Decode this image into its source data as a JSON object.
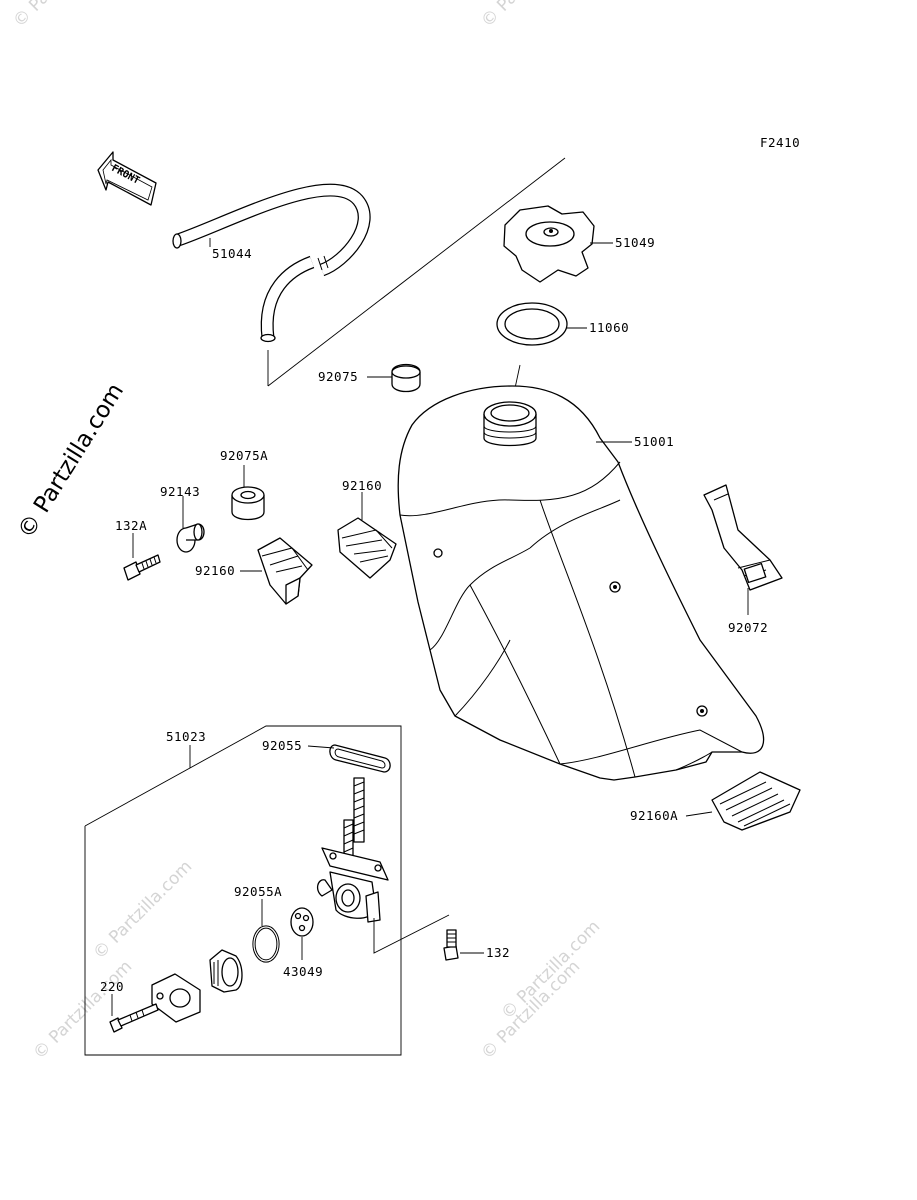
{
  "figure_code": "F2410",
  "watermark": "© Partzilla.com",
  "front_arrow_text": "FRONT",
  "parts": {
    "p51044": "51044",
    "p51049": "51049",
    "p11060": "11060",
    "p92075": "92075",
    "p51001": "51001",
    "p92075A": "92075A",
    "p92143": "92143",
    "p132A": "132A",
    "p92160_left": "92160",
    "p92160_mid": "92160",
    "p92072": "92072",
    "p51023": "51023",
    "p92055": "92055",
    "p92055A": "92055A",
    "p43049": "43049",
    "p132": "132",
    "p220": "220",
    "p92160A": "92160A"
  }
}
